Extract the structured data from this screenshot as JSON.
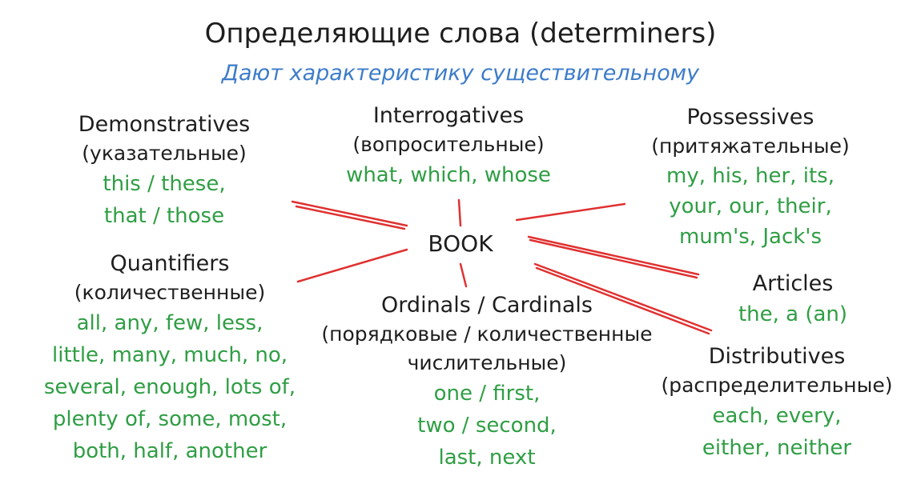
{
  "title": "Определяющие слова (determiners)",
  "subtitle": "Дают характеристику существительному",
  "center": "BOOK",
  "colors": {
    "text": "#1e1e1e",
    "subtitle": "#3d7cc9",
    "examples": "#2f9e44",
    "connector": "#e03131"
  },
  "groups": {
    "demonstratives": {
      "title": "Demonstratives",
      "subtitle": "(указательные)",
      "examples": [
        "this / these,",
        "that / those"
      ]
    },
    "interrogatives": {
      "title": "Interrogatives",
      "subtitle": "(вопросительные)",
      "examples": [
        "what, which, whose"
      ]
    },
    "possessives": {
      "title": "Possessives",
      "subtitle": "(притяжательные)",
      "examples": [
        "my, his, her, its,",
        "your, our, their,",
        "mum's, Jack's"
      ]
    },
    "quantifiers": {
      "title": "Quantifiers",
      "subtitle": "(количественные)",
      "examples": [
        "all, any, few, less,",
        "little, many, much, no,",
        "several, enough, lots of,",
        "plenty of, some, most,",
        "both, half, another"
      ]
    },
    "ordinals": {
      "title": "Ordinals / Cardinals",
      "subtitle": "(порядковые / количественные",
      "subtitle2": "числительные)",
      "examples": [
        "one / first,",
        "two / second,",
        "last, next"
      ]
    },
    "articles": {
      "title": "Articles",
      "examples": [
        "the, a (an)"
      ]
    },
    "distributives": {
      "title": "Distributives",
      "subtitle": "(распределительные)",
      "examples": [
        "each, every,",
        "either, neither"
      ]
    }
  }
}
